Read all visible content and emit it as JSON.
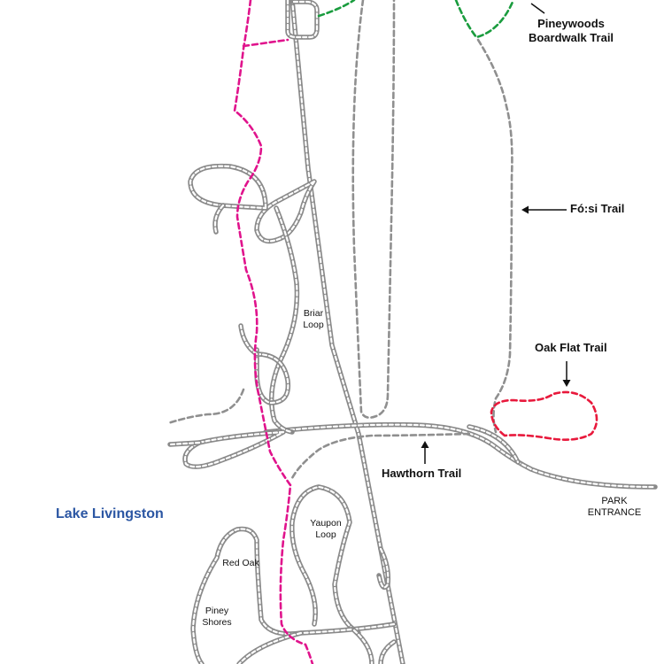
{
  "labels": {
    "pineywoods": "Pineywoods\nBoardwalk Trail",
    "fosi": "Fó:si Trail",
    "oak_flat": "Oak Flat Trail",
    "hawthorn": "Hawthorn Trail",
    "briar_loop": "Briar\nLoop",
    "yaupon_loop": "Yaupon\nLoop",
    "red_oak": "Red Oak",
    "piney_shores": "Piney\nShores",
    "lake": "Lake Livingston",
    "park_entrance": "PARK\nENTRANCE"
  },
  "colors": {
    "road": "#8a8a8a",
    "hiking_trail": "#8f8f8f",
    "lakeshore_trail": "#e0138c",
    "pineywoods_trail": "#1a9c3e",
    "oak_flat_trail": "#e8193c",
    "lake_label": "#2b56a3"
  },
  "icons": [
    "arrow-left-icon",
    "arrow-down-icon",
    "arrow-up-icon"
  ]
}
